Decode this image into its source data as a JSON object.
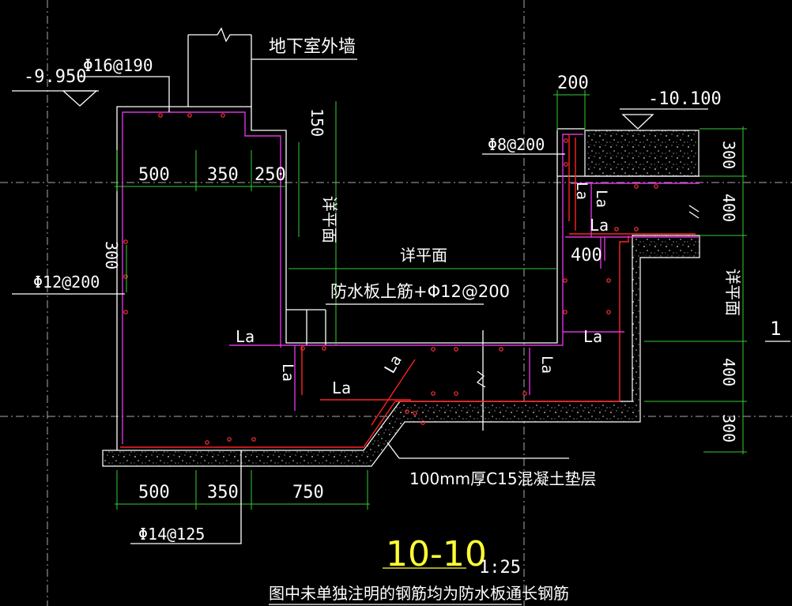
{
  "section": {
    "title": "10-10",
    "scale": "1:25",
    "note": "图中未单独注明的钢筋均为防水板通长钢筋"
  },
  "labels": {
    "basement_wall": "地下室外墙",
    "elev_left": "-9.950",
    "elev_right": "-10.100",
    "rebar_top_left": "Φ16@190",
    "rebar_left_wall": "Φ12@200",
    "rebar_bottom": "Φ14@125",
    "rebar_right": "Φ8@200",
    "waterproof_slab": "防水板上筋+Φ12@200",
    "cushion": "100mm厚C15混凝土垫层",
    "see_plan": "详平面",
    "anchor": "La",
    "grid_mark": "1"
  },
  "dimensions": {
    "top_row": [
      "500",
      "350",
      "250"
    ],
    "bottom_row": [
      "500",
      "350",
      "750"
    ],
    "right_col": [
      "300",
      "400",
      "400",
      "300"
    ],
    "left_vertical": "300",
    "top_vertical": "150",
    "right_top": "200",
    "right_mid": "400"
  },
  "colors": {
    "background": "#000000",
    "outline": "#ffffff",
    "dimension": "#33cc33",
    "rebar_outer": "#dd33dd",
    "rebar_inner": "#ff2222",
    "title": "#ffff33"
  }
}
